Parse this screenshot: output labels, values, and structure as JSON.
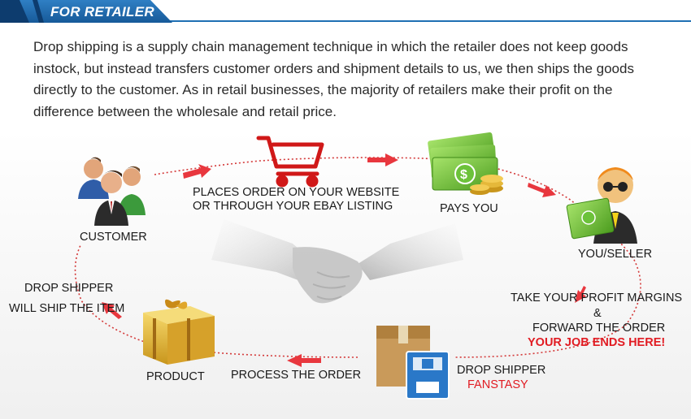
{
  "banner": {
    "title": "FOR RETAILER"
  },
  "intro": {
    "text": "Drop shipping is a supply chain management technique in which the retailer does not keep goods instock, but instead transfers customer orders and shipment details to us, we then ships the goods directly to the customer. As in retail businesses, the majority of retailers make their profit on the difference between the wholesale and retail price."
  },
  "steps": {
    "customer": "CUSTOMER",
    "places_order_line1": "PLACES ORDER ON YOUR WEBSITE",
    "places_order_line2": "OR THROUGH YOUR EBAY LISTING",
    "pays_you": "PAYS YOU",
    "you_seller": "YOU/SELLER",
    "take_profit": "TAKE YOUR PROFIT MARGINS",
    "ampersand": "&",
    "forward_order": "FORWARD THE ORDER",
    "job_ends": "YOUR JOB ENDS HERE!",
    "drop_shipper": "DROP SHIPPER",
    "fanstasy": "FANSTASY",
    "process_order": "PROCESS THE ORDER",
    "product": "PRODUCT",
    "drop_shipper_will_line1": "DROP SHIPPER",
    "drop_shipper_will_line2": "WILL SHIP THE ITEM"
  },
  "colors": {
    "accent_blue": "#1e6fb3",
    "arrow_red": "#e8373e",
    "highlight_red": "#e11b22"
  },
  "icons": [
    "customers-icon",
    "shopping-cart-icon",
    "money-icon",
    "seller-icon",
    "shipping-box-icon",
    "gift-box-icon",
    "handshake-image"
  ]
}
